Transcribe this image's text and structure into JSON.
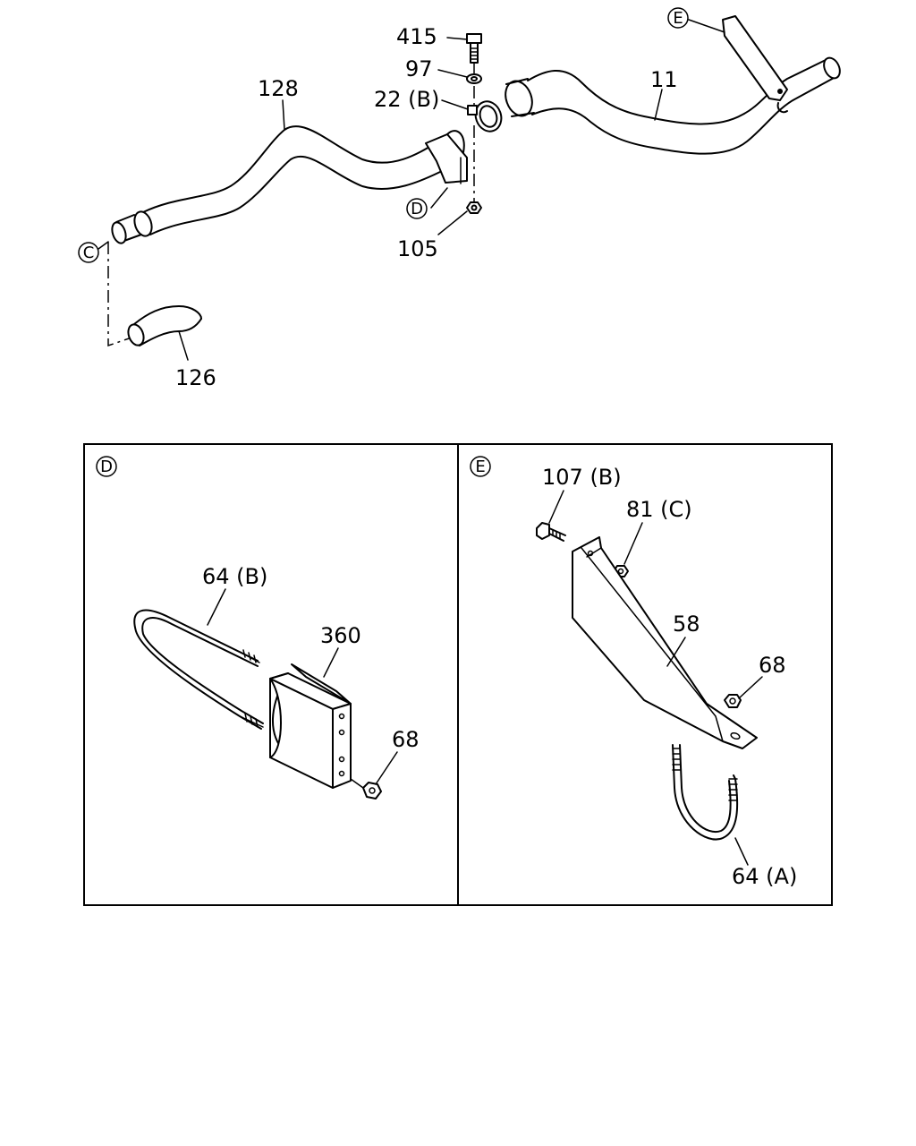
{
  "main_view": {
    "labels": {
      "p415": "415",
      "p97": "97",
      "p22b": "22 (B)",
      "p128": "128",
      "p11": "11",
      "p105": "105",
      "p126": "126"
    },
    "markers": {
      "c": "C",
      "d": "D",
      "e": "E"
    }
  },
  "detail_d": {
    "marker": "D",
    "labels": {
      "p64b": "64 (B)",
      "p360": "360",
      "p68": "68"
    }
  },
  "detail_e": {
    "marker": "E",
    "labels": {
      "p107b": "107 (B)",
      "p81c": "81 (C)",
      "p58": "58",
      "p68": "68",
      "p64a": "64 (A)"
    }
  }
}
